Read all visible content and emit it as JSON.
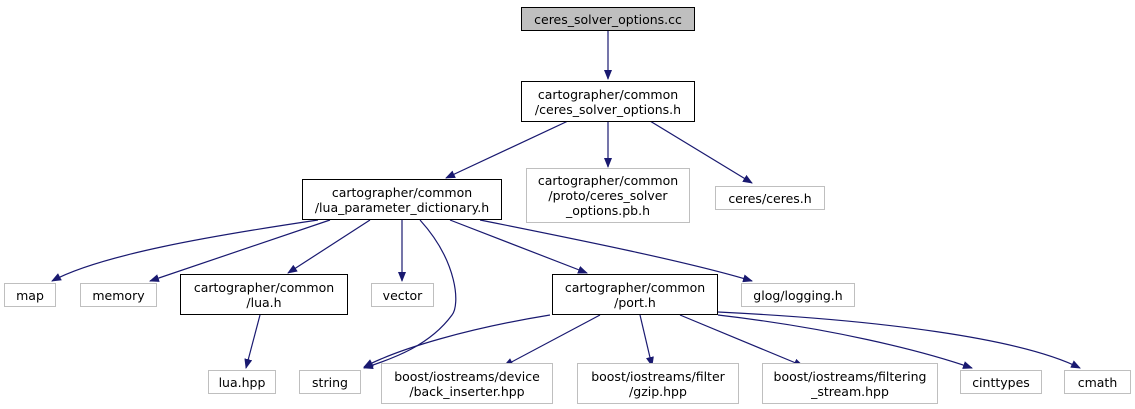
{
  "nodes": {
    "ceres_solver_options_cc": "ceres_solver_options.cc",
    "common_ceres_solver_options_h": "cartographer/common\n/ceres_solver_options.h",
    "lua_parameter_dictionary_h": "cartographer/common\n/lua_parameter_dictionary.h",
    "proto_ceres_solver_options_pb_h": "cartographer/common\n/proto/ceres_solver\n_options.pb.h",
    "ceres_h": "ceres/ceres.h",
    "map": "map",
    "memory": "memory",
    "common_lua_h": "cartographer/common\n/lua.h",
    "vector": "vector",
    "common_port_h": "cartographer/common\n/port.h",
    "glog_logging_h": "glog/logging.h",
    "lua_hpp": "lua.hpp",
    "string": "string",
    "boost_back_inserter_hpp": "boost/iostreams/device\n/back_inserter.hpp",
    "boost_gzip_hpp": "boost/iostreams/filter\n/gzip.hpp",
    "boost_filtering_stream_hpp": "boost/iostreams/filtering\n_stream.hpp",
    "cinttypes": "cinttypes",
    "cmath": "cmath"
  },
  "colors": {
    "edge": "#191970",
    "main_fill": "#bfbfbf",
    "documented_border": "#000000",
    "external_border": "#bfbfbf"
  }
}
